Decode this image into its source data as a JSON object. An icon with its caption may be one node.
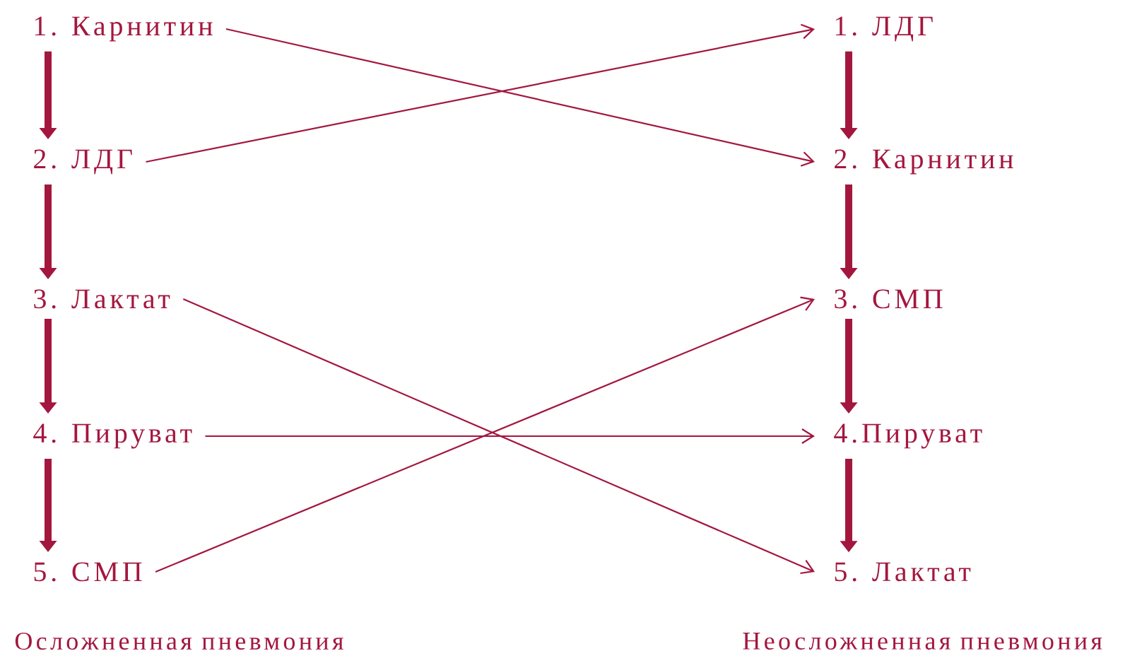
{
  "diagram": {
    "nodes": [
      {
        "text": [
          "1. Карнитин"
        ]
      },
      {
        "text": [
          "2. ЛДГ"
        ]
      },
      {
        "text": [
          "3. Лактат"
        ]
      },
      {
        "text": [
          "4. Пируват"
        ]
      },
      {
        "text": [
          "5. СМП"
        ]
      },
      {
        "text": [
          "1. ЛДГ"
        ]
      },
      {
        "text": [
          "2. Карнитин"
        ]
      },
      {
        "text": [
          "3. СМП"
        ]
      },
      {
        "text": [
          "4.Пируват"
        ]
      },
      {
        "text": [
          "5. Лактат"
        ]
      }
    ],
    "edges": [
      {
        "from": 0,
        "to": 1,
        "arrow": "to"
      },
      {
        "from": 1,
        "to": 2,
        "arrow": "to"
      },
      {
        "from": 2,
        "to": 3,
        "arrow": "to"
      },
      {
        "from": 3,
        "to": 4,
        "arrow": "to"
      },
      {
        "from": 5,
        "to": 6,
        "arrow": "to"
      },
      {
        "from": 6,
        "to": 7,
        "arrow": "to"
      },
      {
        "from": 7,
        "to": 8,
        "arrow": "to"
      },
      {
        "from": 8,
        "to": 9,
        "arrow": "to"
      },
      {
        "from": 0,
        "to": 6,
        "arrow": "to"
      },
      {
        "from": 1,
        "to": 5,
        "arrow": "to"
      },
      {
        "from": 2,
        "to": 9,
        "arrow": "to"
      },
      {
        "from": 3,
        "to": 8,
        "arrow": "to"
      },
      {
        "from": 4,
        "to": 7,
        "arrow": "to"
      }
    ],
    "labels": [
      "Осложненная пневмония",
      "Неосложненная пневмония"
    ]
  }
}
